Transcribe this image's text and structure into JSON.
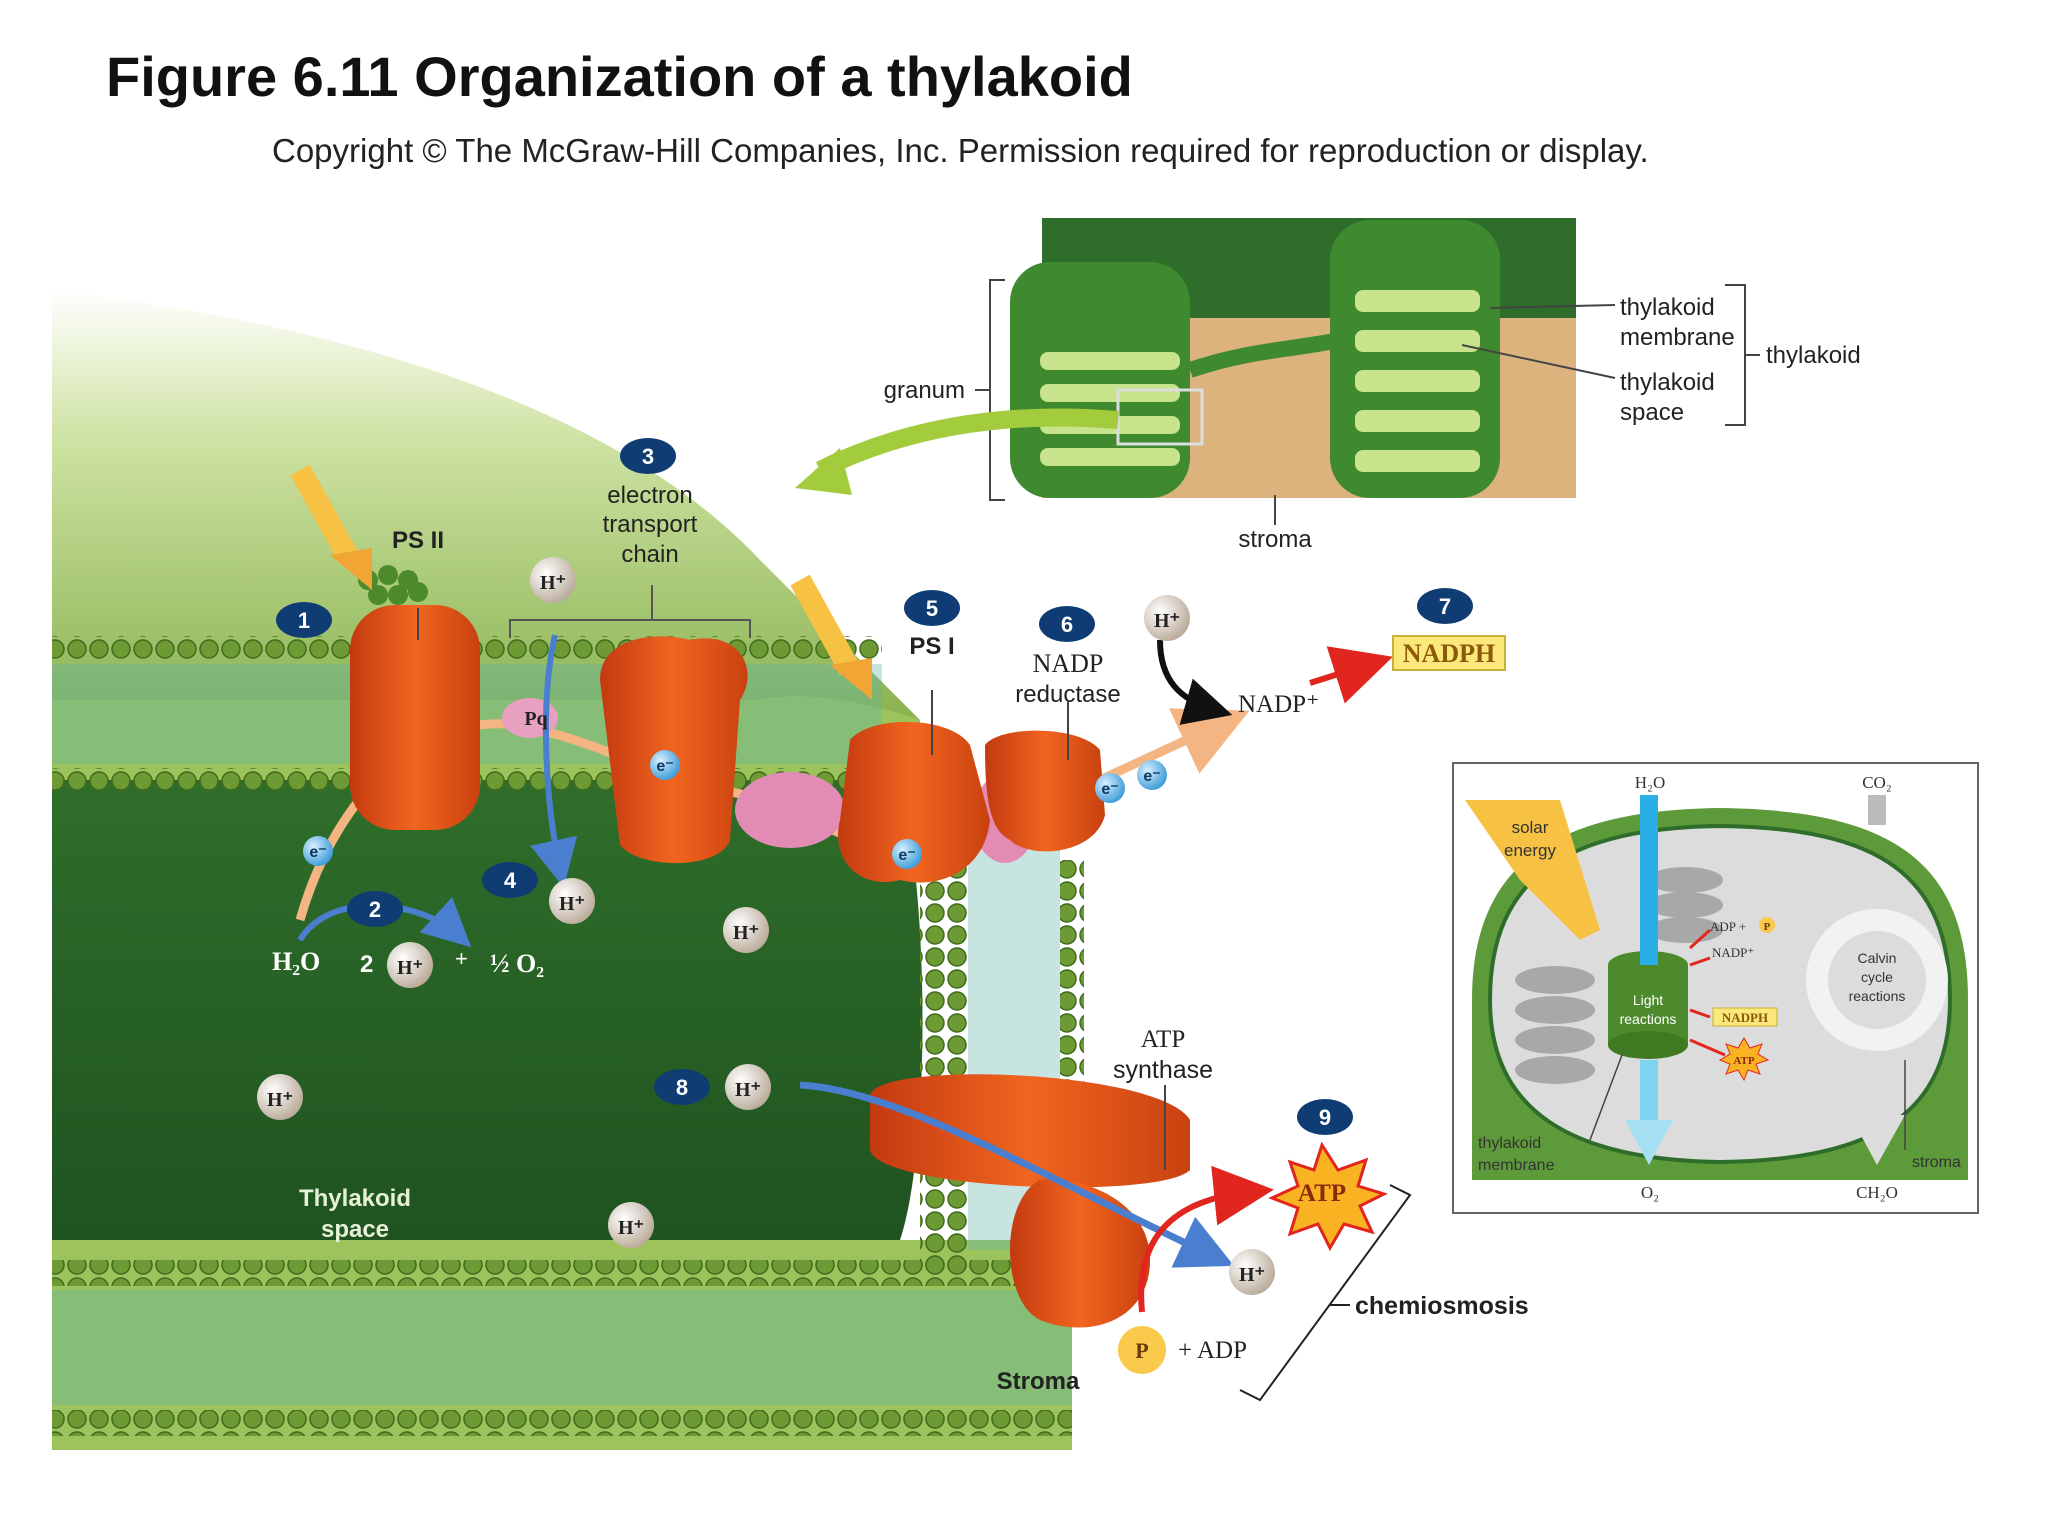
{
  "header": {
    "title": "Figure 6.11 Organization of a thylakoid",
    "copyright": "Copyright © The McGraw-Hill Companies, Inc. Permission required for reproduction or display."
  },
  "inset_granum": {
    "granum": "granum",
    "thylakoid_membrane_1": "thylakoid",
    "thylakoid_membrane_2": "membrane",
    "thylakoid_space_1": "thylakoid",
    "thylakoid_space_2": "space",
    "thylakoid": "thylakoid",
    "stroma": "stroma"
  },
  "main": {
    "ps2": "PS II",
    "etc_1": "electron",
    "etc_2": "transport",
    "etc_3": "chain",
    "ps1": "PS I",
    "nadp_reductase_1": "NADP",
    "nadp_reductase_2": "reductase",
    "nadp_plus": "NADP⁺",
    "nadph": "NADPH",
    "pq": "Pq",
    "h2o": "H₂O",
    "two": "2",
    "plus": "+",
    "half_o2": "½ O₂",
    "hplus": "H⁺",
    "electron": "e⁻",
    "atp_synthase_1": "ATP",
    "atp_synthase_2": "synthase",
    "atp": "ATP",
    "p": "P",
    "plus_adp": "+ ADP",
    "chemiosmosis": "chemiosmosis",
    "thylakoid_space_1": "Thylakoid",
    "thylakoid_space_2": "space",
    "stroma": "Stroma",
    "steps": [
      "1",
      "2",
      "3",
      "4",
      "5",
      "6",
      "7",
      "8",
      "9"
    ]
  },
  "inset_overview": {
    "h2o": "H₂O",
    "co2": "CO₂",
    "solar_1": "solar",
    "solar_2": "energy",
    "adp_p": "ADP +",
    "p": "P",
    "nadp": "NADP⁺",
    "light_1": "Light",
    "light_2": "reactions",
    "nadph": "NADPH",
    "atp": "ATP",
    "calvin_1": "Calvin",
    "calvin_2": "cycle",
    "calvin_3": "reactions",
    "thylakoid_membrane_1": "thylakoid",
    "thylakoid_membrane_2": "membrane",
    "stroma": "stroma",
    "o2": "O₂",
    "ch2o": "CH₂O"
  },
  "colors": {
    "membrane_green": "#7aa83e",
    "protein_orange": "#e8531c",
    "step_circle": "#0f3d73",
    "nadph_bg": "#fbe77a",
    "arrow_red": "#e0261f",
    "arrow_blue": "#4a7fd0"
  }
}
